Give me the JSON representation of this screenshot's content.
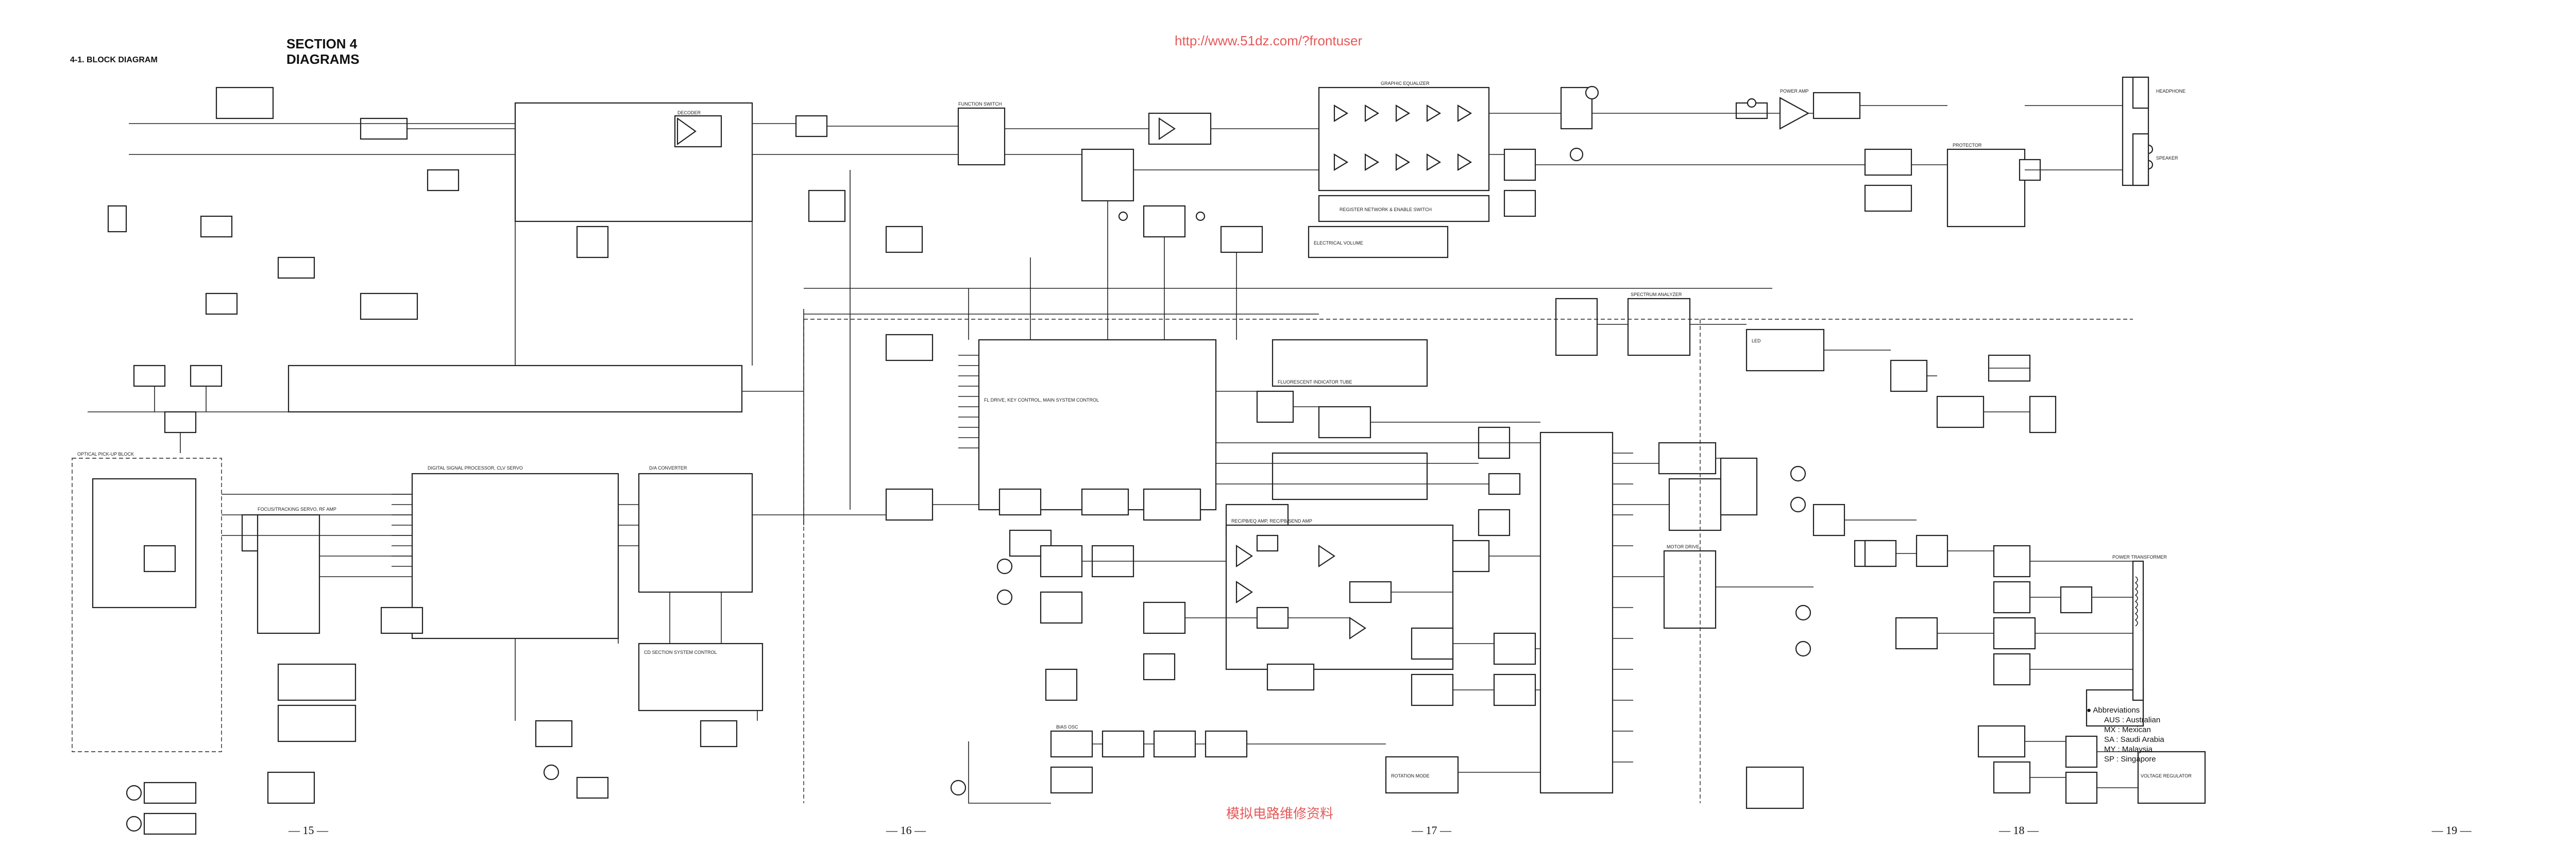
{
  "header": {
    "section": "SECTION 4",
    "title": "DIAGRAMS",
    "subtitle": "4-1. BLOCK DIAGRAM"
  },
  "page_numbers": [
    "— 15 —",
    "— 16 —",
    "— 17 —",
    "— 18 —",
    "— 19 —"
  ],
  "abbreviations": {
    "heading": "Abbreviations",
    "items": [
      "AUS : Australian",
      "MX : Mexican",
      "SA : Saudi Arabia",
      "MY : Malaysia",
      "SP : Singapore"
    ]
  },
  "blocks": [
    "FUNCTION SWITCH",
    "DECODER",
    "DIGITAL SIGNAL PROCESSOR, CLV SERVO",
    "FOCUS/TRACKING SERVO, RF AMP",
    "D/A CONVERTER",
    "SPECTRUM ANALYZER",
    "GRAPHIC EQUALIZER",
    "POWER AMP",
    "PROTECTOR",
    "FLUORESCENT INDICATOR TUBE",
    "REGISTER NETWORK & ENABLE SWITCH",
    "ELECTRICAL VOLUME",
    "HEADPHONE",
    "SPEAKER",
    "LED",
    "CD SECTION SYSTEM CONTROL",
    "FL DRIVE, KEY CONTROL, MAIN SYSTEM CONTROL",
    "REC/PB/EQ AMP, REC/PB/SEND AMP",
    "BIAS OSC",
    "ROTATION MODE",
    "MOTOR DRIVE",
    "POWER TRANSFORMER",
    "VOLTAGE REGULATOR",
    "OPTICAL PICK-UP BLOCK"
  ],
  "watermarks": [
    "http://www.51dz.com/?frontuser",
    "模拟电路维修资料"
  ]
}
